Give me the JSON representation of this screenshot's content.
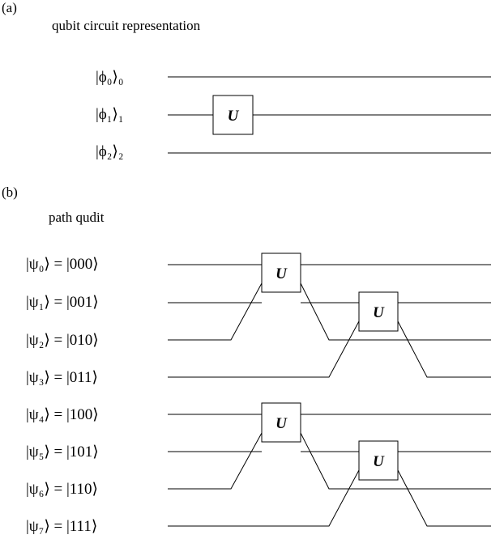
{
  "panel_a": {
    "tag": "(a)",
    "title": "qubit circuit representation",
    "wire_labels": [
      "|ϕ₀⟩₀",
      "|ϕ₁⟩₁",
      "|ϕ₂⟩₂"
    ],
    "gate": "U"
  },
  "panel_b": {
    "tag": "(b)",
    "title": "path qudit",
    "wire_labels": [
      "|ψ₀⟩ = |000⟩",
      "|ψ₁⟩ = |001⟩",
      "|ψ₂⟩ = |010⟩",
      "|ψ₃⟩ = |011⟩",
      "|ψ₄⟩ = |100⟩",
      "|ψ₅⟩ = |101⟩",
      "|ψ₆⟩ = |110⟩",
      "|ψ₇⟩ = |111⟩"
    ],
    "gate": "U"
  }
}
